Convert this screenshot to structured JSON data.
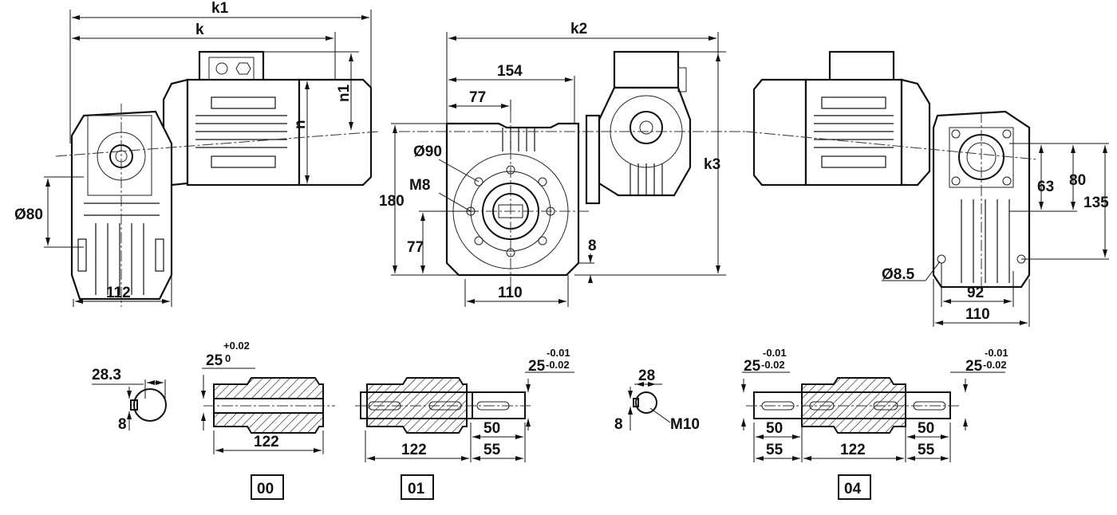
{
  "drawing": {
    "side_view_left": {
      "k1": "k1",
      "k": "k",
      "n1": "n1",
      "n": "n",
      "shaft_dia": "Ø80",
      "width": "112"
    },
    "front_view": {
      "k2": "k2",
      "d154": "154",
      "d77_top": "77",
      "k3": "k3",
      "d180": "180",
      "d77_side": "77",
      "d8": "8",
      "d110": "110",
      "bolt_circle": "Ø90",
      "thread": "M8"
    },
    "side_view_right": {
      "d63": "63",
      "d80": "80",
      "d135": "135",
      "hole": "Ø8.5",
      "d92": "92",
      "d110": "110"
    },
    "shafts": {
      "key_28_3": "28.3",
      "key_8_left": "8",
      "bore_nominal": "25",
      "bore_tol_upper": "+0.02",
      "bore_tol_lower": "0",
      "length_00": "122",
      "shaft01_nominal": "25",
      "shaft01_tol_upper": "-0.01",
      "shaft01_tol_lower": "-0.02",
      "length_01": "122",
      "key_01": "50",
      "ext_01": "55",
      "key_28": "28",
      "key_8_right": "8",
      "thread_m10": "M10",
      "shaft04_left_nominal": "25",
      "shaft04_left_tol_upper": "-0.01",
      "shaft04_left_tol_lower": "-0.02",
      "shaft04_right_nominal": "25",
      "shaft04_right_tol_upper": "-0.01",
      "shaft04_right_tol_lower": "-0.02",
      "key_04_left": "50",
      "ext_04_left": "55",
      "length_04": "122",
      "key_04_right": "50",
      "ext_04_right": "55"
    },
    "variants": [
      "00",
      "01",
      "04"
    ]
  }
}
